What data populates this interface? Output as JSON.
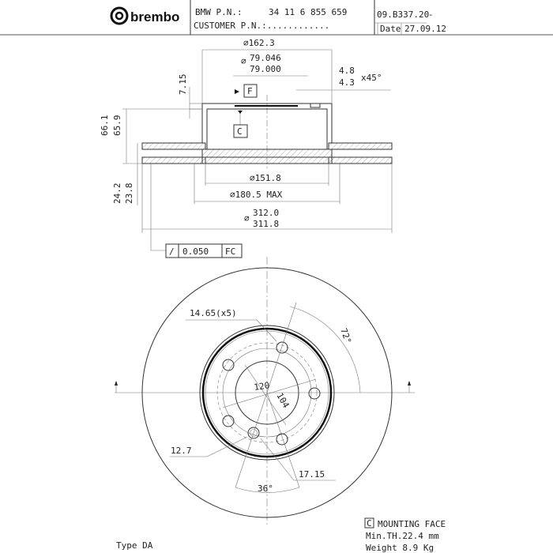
{
  "header": {
    "brand": "brembo",
    "oem_label": "BMW P.N.:",
    "oem_number": "34 11 6 855 659",
    "customer_label": "CUSTOMER P.N.:............",
    "part_number": "09.B337.20",
    "suffix": "-",
    "date_label": "Date",
    "date": "27.09.12"
  },
  "side_view": {
    "hat_diameter": "∅162.3",
    "bore_max": "79.046",
    "bore_min": "79.000",
    "chamfer_max": "4.8",
    "chamfer_min": "4.3",
    "chamfer_angle": "x45°",
    "hat_thickness": "7.15",
    "datum_f": "F",
    "datum_c": "C",
    "height_max": "66.1",
    "height_min": "65.9",
    "thickness_max": "24.2",
    "thickness_min": "23.8",
    "inner_diameter": "∅151.8",
    "max_diameter": "∅180.5 MAX",
    "outer_max": "312.0",
    "outer_min": "311.8",
    "runout_symbol": "/",
    "runout_value": "0.050",
    "runout_datums": "FC"
  },
  "front_view": {
    "bolt_hole": "14.65(x5)",
    "angle_72": "72°",
    "pcd": "120",
    "center_bore": "104",
    "hole_small": "12.7",
    "hole_17": "17.15",
    "angle_36": "36°"
  },
  "notes": {
    "datum_c": "C",
    "mounting_face": "MOUNTING FACE",
    "min_thickness": "Min.TH.22.4 mm",
    "weight": "Weight  8.9 Kg",
    "type": "Type DA"
  }
}
